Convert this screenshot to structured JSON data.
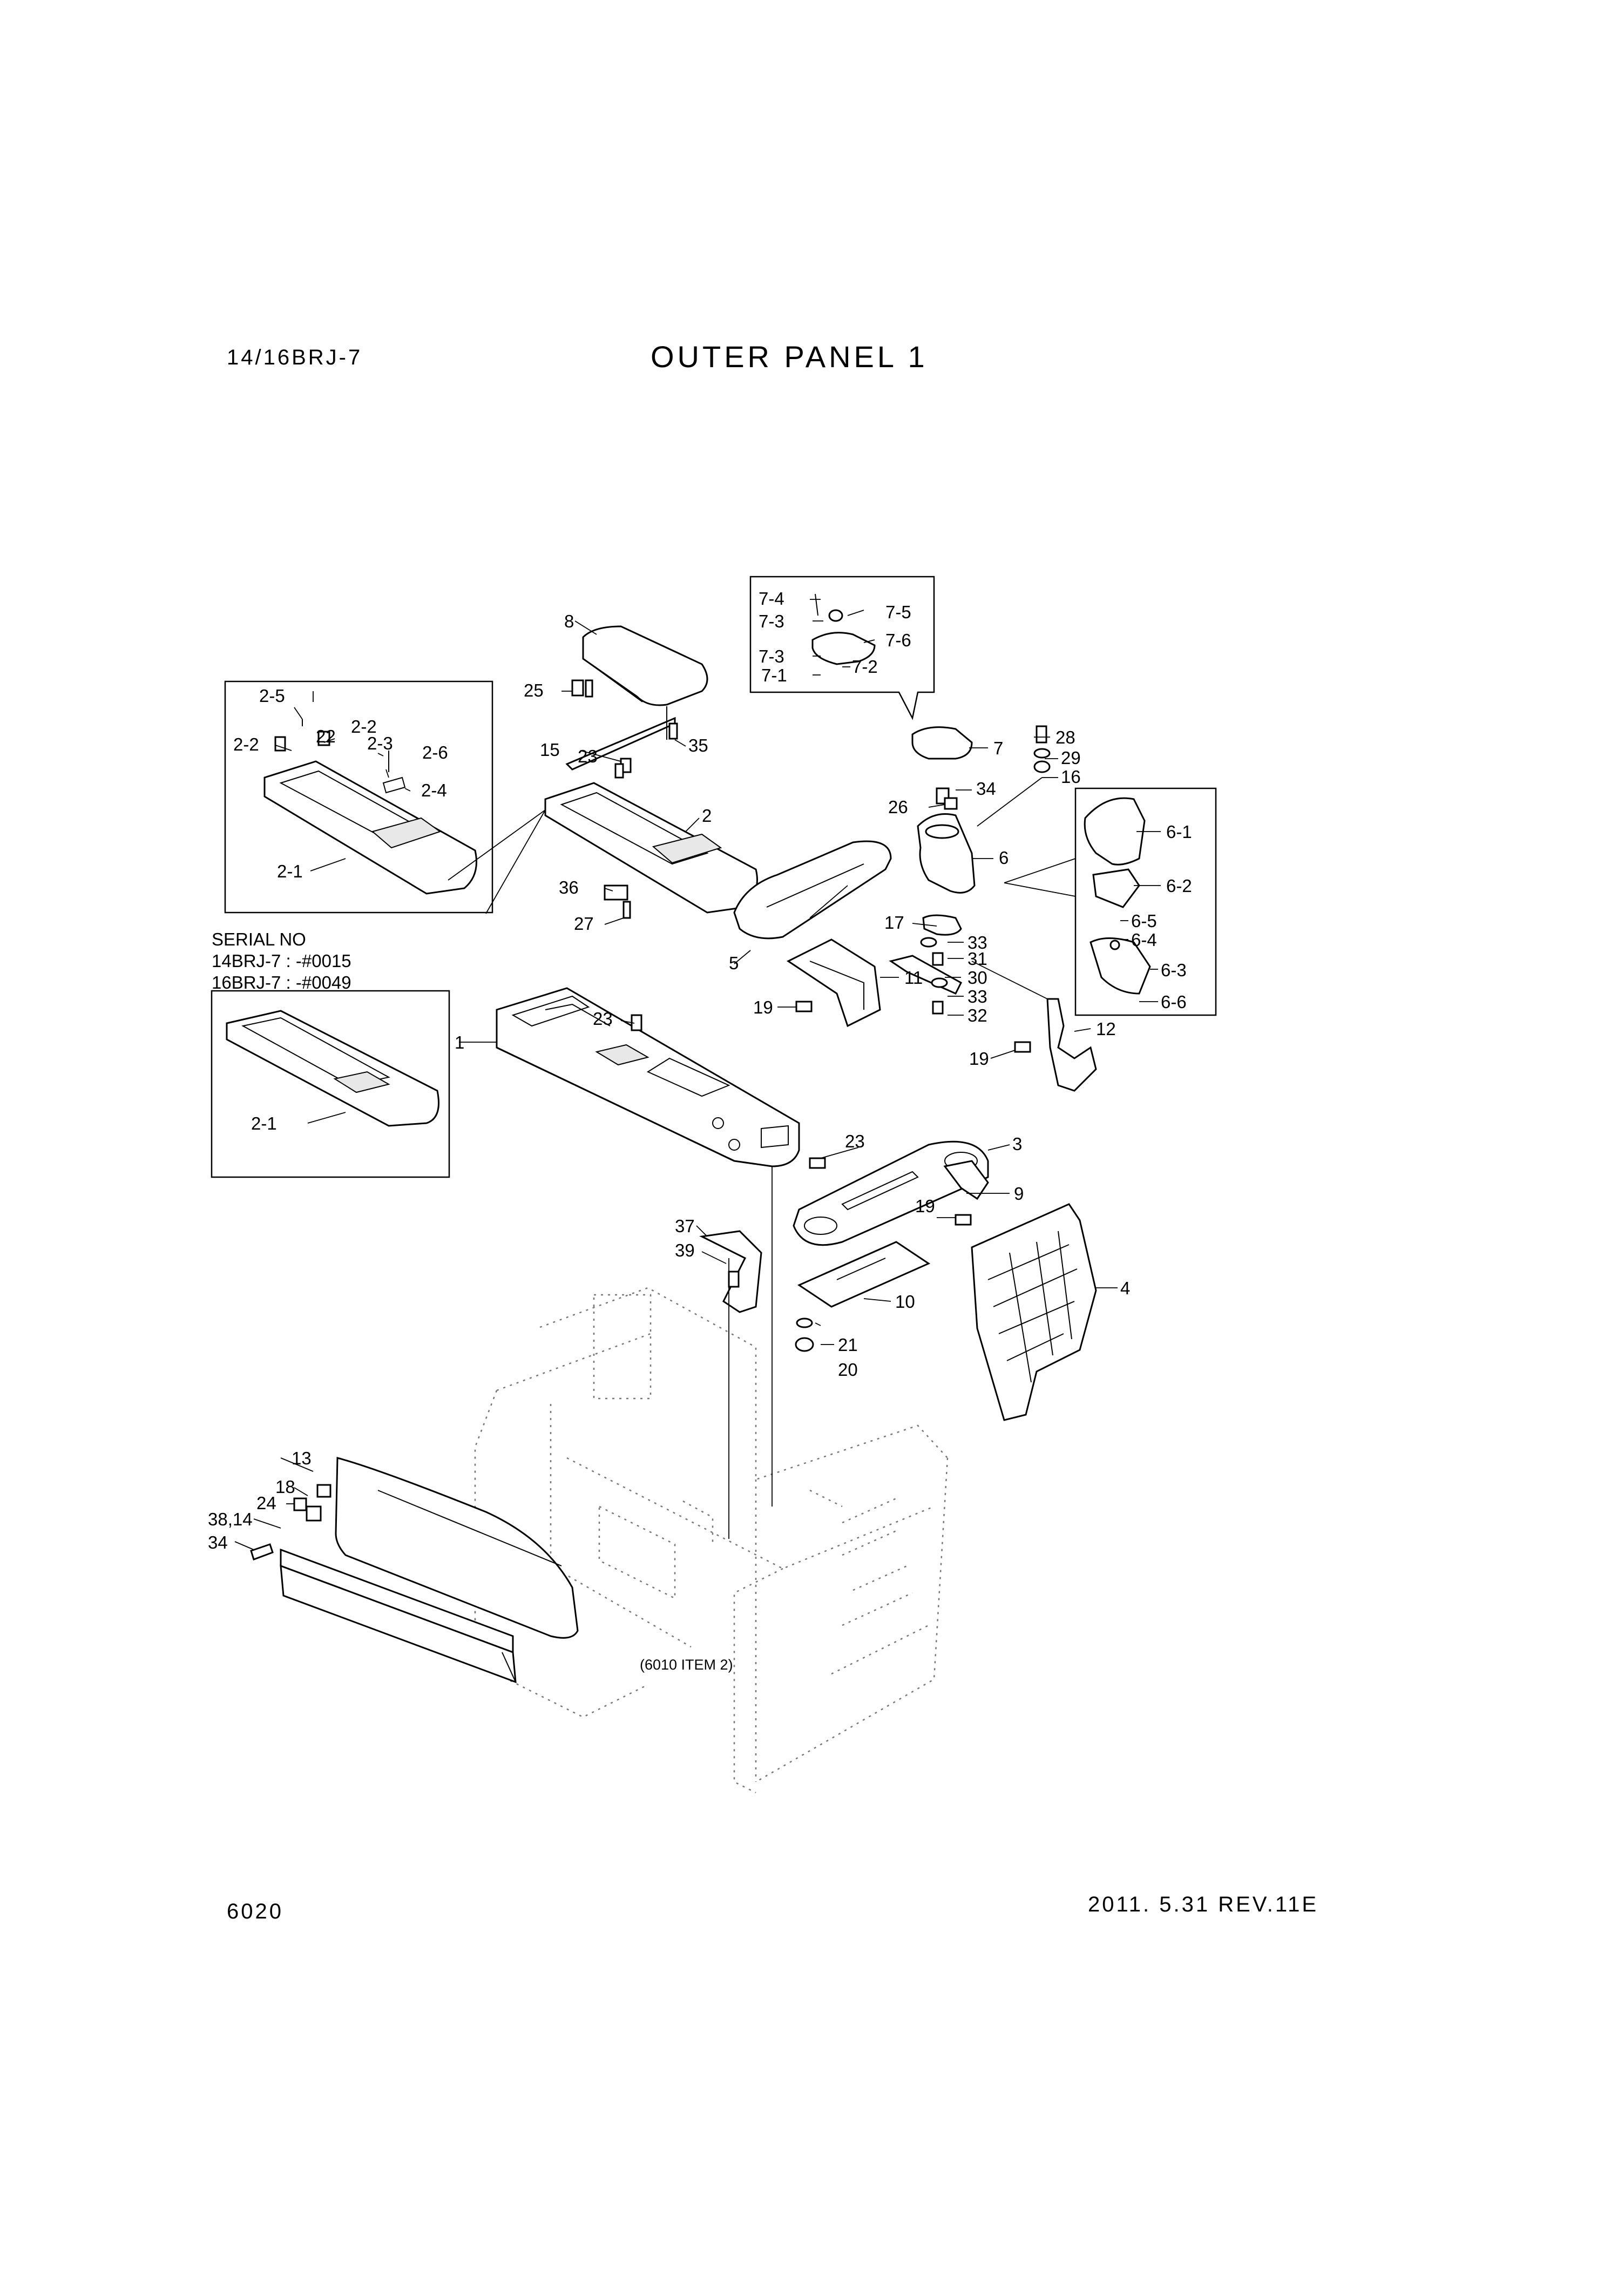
{
  "header": {
    "model": "14/16BRJ-7",
    "title": "OUTER PANEL 1"
  },
  "footer": {
    "page_number": "6020",
    "revision": "2011. 5.31  REV.11E"
  },
  "serial_note": {
    "heading": "SERIAL NO",
    "lines": [
      "14BRJ-7 : -#0015",
      "16BRJ-7 : -#0049"
    ]
  },
  "reference_note": "(6010 ITEM 2)",
  "callouts": {
    "c1": "1",
    "c2": "2",
    "c2_1": "2-1",
    "c2_1b": "2-1",
    "c2_2a": "2-2",
    "c2_2b": "2-2",
    "c2_3": "2-3",
    "c2_4": "2-4",
    "c2_5": "2-5",
    "c2_6": "2-6",
    "c3": "3",
    "c4": "4",
    "c5": "5",
    "c6": "6",
    "c6_1": "6-1",
    "c6_2": "6-2",
    "c6_3": "6-3",
    "c6_4": "6-4",
    "c6_5": "6-5",
    "c6_6": "6-6",
    "c7": "7",
    "c7_1": "7-1",
    "c7_2": "7-2",
    "c7_3a": "7-3",
    "c7_3b": "7-3",
    "c7_4": "7-4",
    "c7_5": "7-5",
    "c7_6": "7-6",
    "c8": "8",
    "c9": "9",
    "c10": "10",
    "c11": "11",
    "c12": "12",
    "c13": "13",
    "c15": "15",
    "c16": "16",
    "c17": "17",
    "c18": "18",
    "c19a": "19",
    "c19b": "19",
    "c19c": "19",
    "c20": "20",
    "c21": "21",
    "c22": "22",
    "c23a": "23",
    "c23b": "23",
    "c23c": "23",
    "c24": "24",
    "c25": "25",
    "c26": "26",
    "c27": "27",
    "c28": "28",
    "c29": "29",
    "c30": "30",
    "c31": "31",
    "c32": "32",
    "c33a": "33",
    "c33b": "33",
    "c34a": "34",
    "c34b": "34",
    "c35": "35",
    "c36": "36",
    "c37": "37",
    "c38_14": "38,14",
    "c39": "39"
  }
}
